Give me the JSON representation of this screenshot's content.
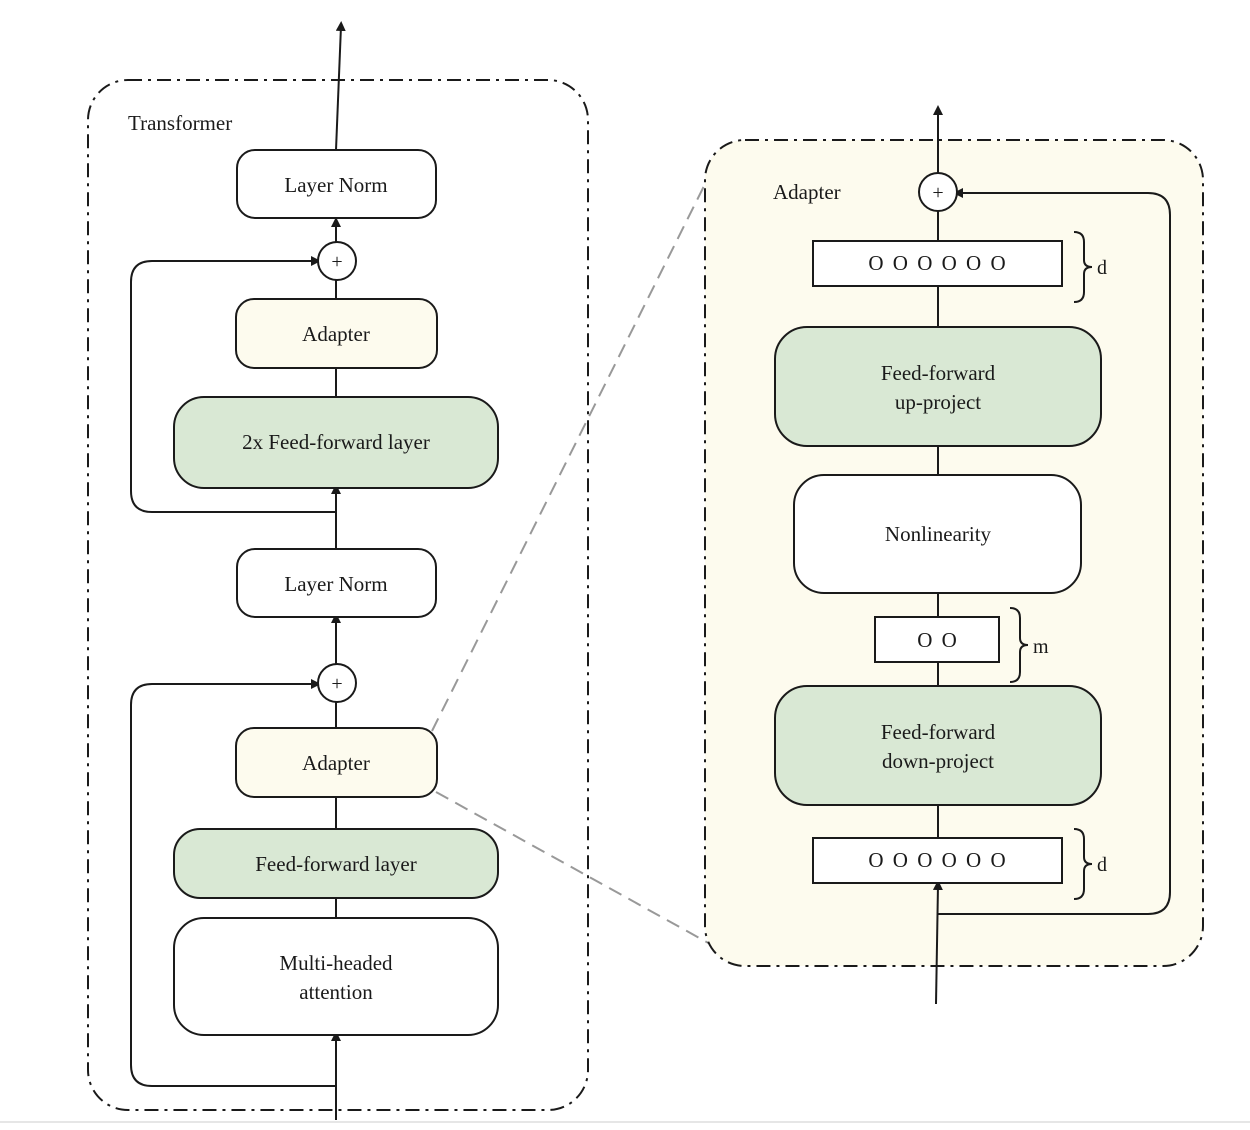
{
  "transformer": {
    "title": "Transformer",
    "blocks": {
      "layer_norm_top": "Layer Norm",
      "adapter_top": "Adapter",
      "ffn_2x": "2x Feed-forward layer",
      "layer_norm_mid": "Layer Norm",
      "adapter_bottom": "Adapter",
      "ffn": "Feed-forward layer",
      "mha_line1": "Multi-headed",
      "mha_line2": "attention"
    },
    "add_symbol": "+"
  },
  "adapter": {
    "title": "Adapter",
    "add_symbol": "+",
    "output_vector": "O O O O O O",
    "output_dim": "d",
    "ffn_up_line1": "Feed-forward",
    "ffn_up_line2": "up-project",
    "nonlinearity": "Nonlinearity",
    "bottleneck_vector": "O O",
    "bottleneck_dim": "m",
    "ffn_down_line1": "Feed-forward",
    "ffn_down_line2": "down-project",
    "input_vector": "O O O O O O",
    "input_dim": "d"
  },
  "colors": {
    "green_fill": "#d9e8d4",
    "cream_fill": "#fdfbee",
    "adapter_panel_fill": "#fdfbee",
    "stroke": "#1a1a1a",
    "zoom_line": "#999999"
  }
}
